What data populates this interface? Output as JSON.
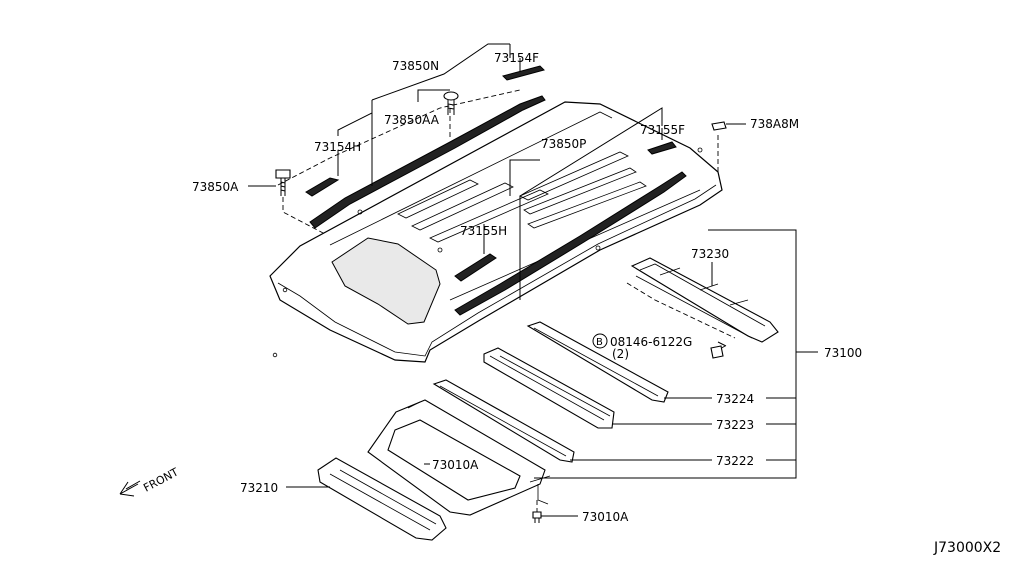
{
  "diagram": {
    "code": "J73000X2",
    "front_label": "FRONT",
    "parts": {
      "p73850N": "73850N",
      "p73154F": "73154F",
      "p73850AA": "73850AA",
      "p73154H": "73154H",
      "p73850A": "73850A",
      "p73850P": "73850P",
      "p73155F": "73155F",
      "p738A8M": "738A8M",
      "p73155H": "73155H",
      "p73230": "73230",
      "p08146": "08146-6122G",
      "p08146_qty": "(2)",
      "p08146_badge": "B",
      "p73100": "73100",
      "p73224": "73224",
      "p73223": "73223",
      "p73222": "73222",
      "p73010A_upper": "73010A",
      "p73210": "73210",
      "p73010A_lower": "73010A"
    }
  }
}
